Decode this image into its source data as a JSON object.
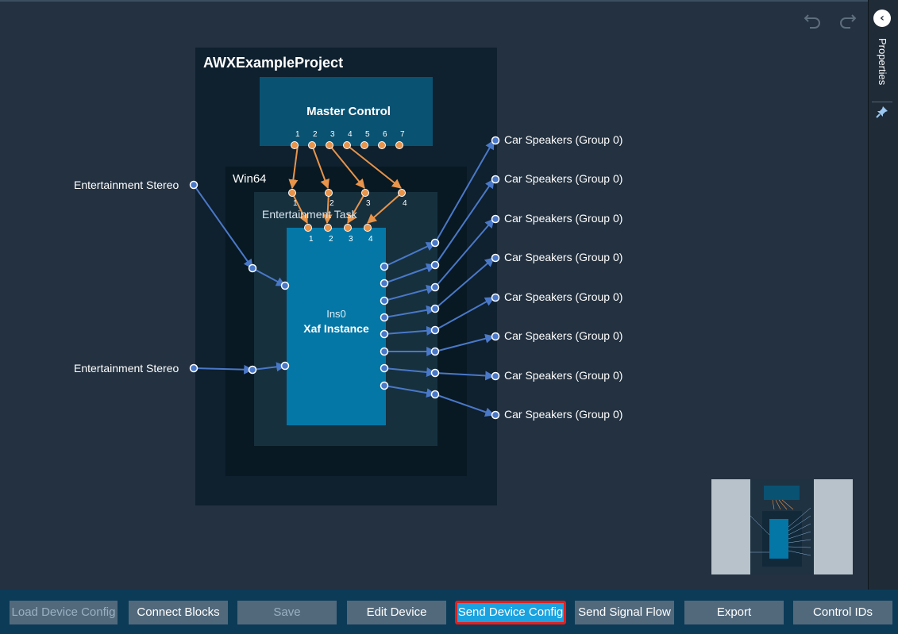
{
  "project": {
    "title": "AWXExampleProject"
  },
  "master_control": {
    "title": "Master Control",
    "pins": [
      "1",
      "2",
      "3",
      "4",
      "5",
      "6",
      "7"
    ]
  },
  "device": {
    "name": "Win64"
  },
  "task": {
    "name": "Entertainment Task"
  },
  "instance": {
    "name": "Ins0",
    "type": "Xaf Instance",
    "control_pins": [
      "1",
      "2",
      "3",
      "4"
    ]
  },
  "mid_pins": [
    "1",
    "2",
    "3",
    "4"
  ],
  "inputs": [
    "Entertainment Stereo",
    "Entertainment Stereo"
  ],
  "outputs": [
    "Car Speakers (Group 0)",
    "Car Speakers (Group 0)",
    "Car Speakers (Group 0)",
    "Car Speakers (Group 0)",
    "Car Speakers (Group 0)",
    "Car Speakers (Group 0)",
    "Car Speakers (Group 0)",
    "Car Speakers (Group 0)"
  ],
  "right_panel": {
    "label": "Properties"
  },
  "toolbar": {
    "load_device_config": "Load Device Config",
    "connect_blocks": "Connect Blocks",
    "save": "Save",
    "edit_device": "Edit Device",
    "send_device_config": "Send Device Config",
    "send_signal_flow": "Send Signal Flow",
    "export": "Export",
    "control_ids": "Control IDs"
  },
  "colors": {
    "canvas": "#233140",
    "project_bg": "#0f202e",
    "master_control": "#0a5272",
    "instance": "#0477a6",
    "audio_wire": "#4a78c8",
    "control_wire": "#e8944a",
    "active_button": "#1aa3e0",
    "active_border": "#e02020"
  }
}
